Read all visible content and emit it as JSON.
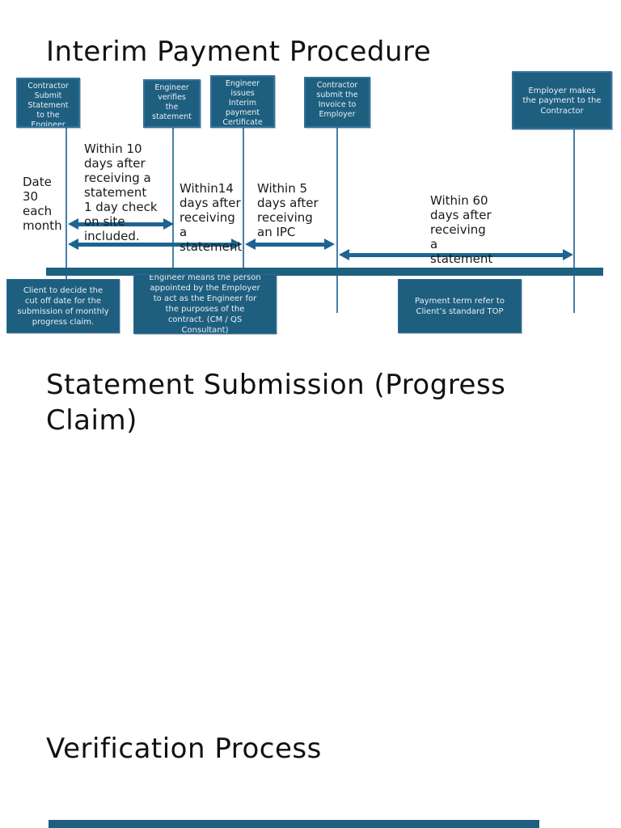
{
  "slide": {
    "title": "Interim Payment Procedure",
    "process_boxes": [
      {
        "label": "Contractor\nSubmit\nStatement\nto the\nEngineer"
      },
      {
        "label": "Engineer\nverifies\nthe\nstatement"
      },
      {
        "label": "Engineer\nissues\nInterim\npayment\nCertificate"
      },
      {
        "label": "Contractor\nsubmit the\nInvoice to\nEmployer"
      },
      {
        "label": "Employer makes\nthe payment to the\nContractor"
      }
    ],
    "timeline_labels": {
      "date": "Date\n30\neach\nmonth",
      "within10": "Within 10\ndays after\nreceiving a\nstatement\n1 day check\non site\nincluded.",
      "within14": "Within14\ndays after\nreceiving\na\nstatement",
      "within5": "Within 5\ndays after\nreceiving\nan IPC",
      "within60": "Within 60\ndays after\nreceiving\na\nstatement"
    },
    "note_boxes": [
      {
        "label": "Client to decide the\ncut off date for the\nsubmission of monthly\nprogress claim."
      },
      {
        "label": "Engineer means the person\nappointed by the Employer\nto act as the Engineer for\nthe purposes of the\ncontract. (CM / QS\nConsultant)"
      },
      {
        "label": "Payment term refer to\nClient’s standard TOP"
      }
    ]
  },
  "headings": {
    "statement_submission": "Statement Submission (Progress\nClaim)",
    "verification": "Verification Process"
  },
  "colors": {
    "box_fill": "#1e5f7f",
    "box_border": "#33719e",
    "arrow": "#1c6591",
    "timeline_bar": "#1d6080",
    "text_on_box": "#e9eff5",
    "heading_text": "#111111"
  }
}
